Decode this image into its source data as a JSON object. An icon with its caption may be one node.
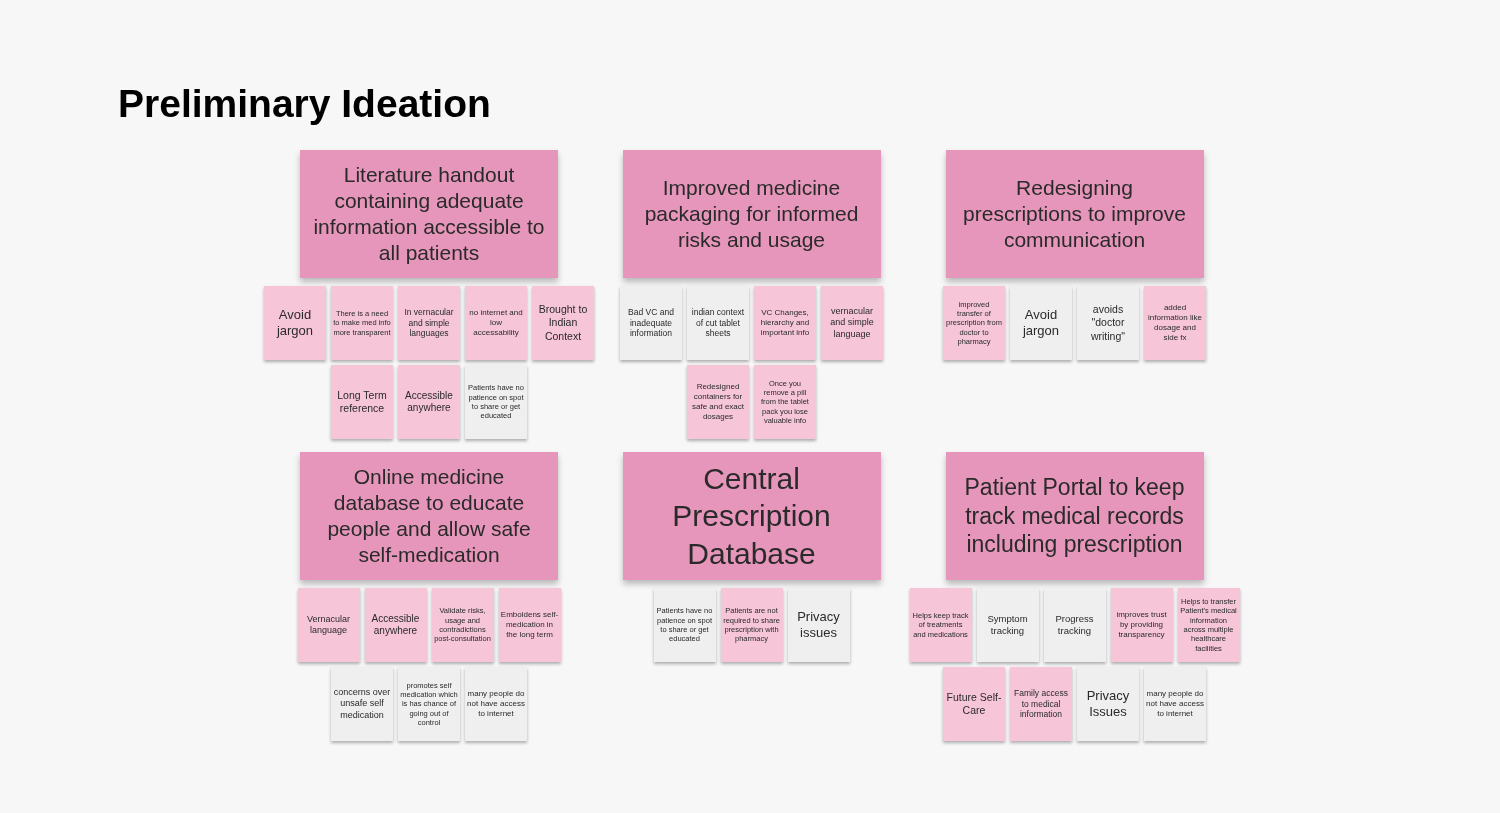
{
  "diagram": {
    "title": "Preliminary Ideation",
    "nodes": [
      {
        "text": [
          "Literature handout containing adequate information accessible to all patients"
        ]
      },
      {
        "text": [
          "Avoid jargon"
        ]
      },
      {
        "text": [
          "There is a need to make med info more transparent"
        ]
      },
      {
        "text": [
          "In vernacular and simple languages"
        ]
      },
      {
        "text": [
          "no internet and low accessability"
        ]
      },
      {
        "text": [
          "Brought to Indian Context"
        ]
      },
      {
        "text": [
          "Long Term reference"
        ]
      },
      {
        "text": [
          "Accessible anywhere"
        ]
      },
      {
        "text": [
          "Patients have no patience on spot to share or get educated"
        ]
      },
      {
        "text": [
          "Improved medicine packaging for informed risks and usage"
        ]
      },
      {
        "text": [
          "Bad VC and inadequate information"
        ]
      },
      {
        "text": [
          "indian context of cut tablet sheets"
        ]
      },
      {
        "text": [
          "VC Changes, hierarchy and important info"
        ]
      },
      {
        "text": [
          "vernacular and simple language"
        ]
      },
      {
        "text": [
          "Redesigned containers for safe and exact dosages"
        ]
      },
      {
        "text": [
          "Once you remove a pill from the tablet pack you lose valuable info"
        ]
      },
      {
        "text": [
          "Redesigning prescriptions to improve communication"
        ]
      },
      {
        "text": [
          "improved transfer of prescription from doctor to pharmacy"
        ]
      },
      {
        "text": [
          "Avoid jargon"
        ]
      },
      {
        "text": [
          "avoids \"doctor writing\""
        ]
      },
      {
        "text": [
          "added information like dosage and side fx"
        ]
      },
      {
        "text": [
          "Online medicine database to educate people and allow safe self-medication"
        ]
      },
      {
        "text": [
          "Vernacular language"
        ]
      },
      {
        "text": [
          "Accessible anywhere"
        ]
      },
      {
        "text": [
          "Validate risks, usage and contradictions post-consultation"
        ]
      },
      {
        "text": [
          "Emboldens self-medication in the long term"
        ]
      },
      {
        "text": [
          "concerns over unsafe self medication"
        ]
      },
      {
        "text": [
          "promotes self medication which is has chance of going out of control"
        ]
      },
      {
        "text": [
          "many people do not have access to internet"
        ]
      },
      {
        "text": [
          "Central Prescription Database"
        ]
      },
      {
        "text": [
          "Patients have no patience on spot to share or get educated"
        ]
      },
      {
        "text": [
          "Patients are not required to share prescription with pharmacy"
        ]
      },
      {
        "text": [
          "Privacy issues"
        ]
      },
      {
        "text": [
          "Patient Portal to keep track medical records including prescription"
        ]
      },
      {
        "text": [
          "Helps keep track of treatments and medications"
        ]
      },
      {
        "text": [
          "Symptom tracking"
        ]
      },
      {
        "text": [
          "Progress tracking"
        ]
      },
      {
        "text": [
          "improves trust by providing transparency"
        ]
      },
      {
        "text": [
          "Helps to transfer Patient's medical information across multiple healthcare facilities"
        ]
      },
      {
        "text": [
          "Future Self-Care"
        ]
      },
      {
        "text": [
          "Family access to medical information"
        ]
      },
      {
        "text": [
          "Privacy Issues"
        ]
      },
      {
        "text": [
          "many people do not have access to internet"
        ]
      }
    ]
  }
}
